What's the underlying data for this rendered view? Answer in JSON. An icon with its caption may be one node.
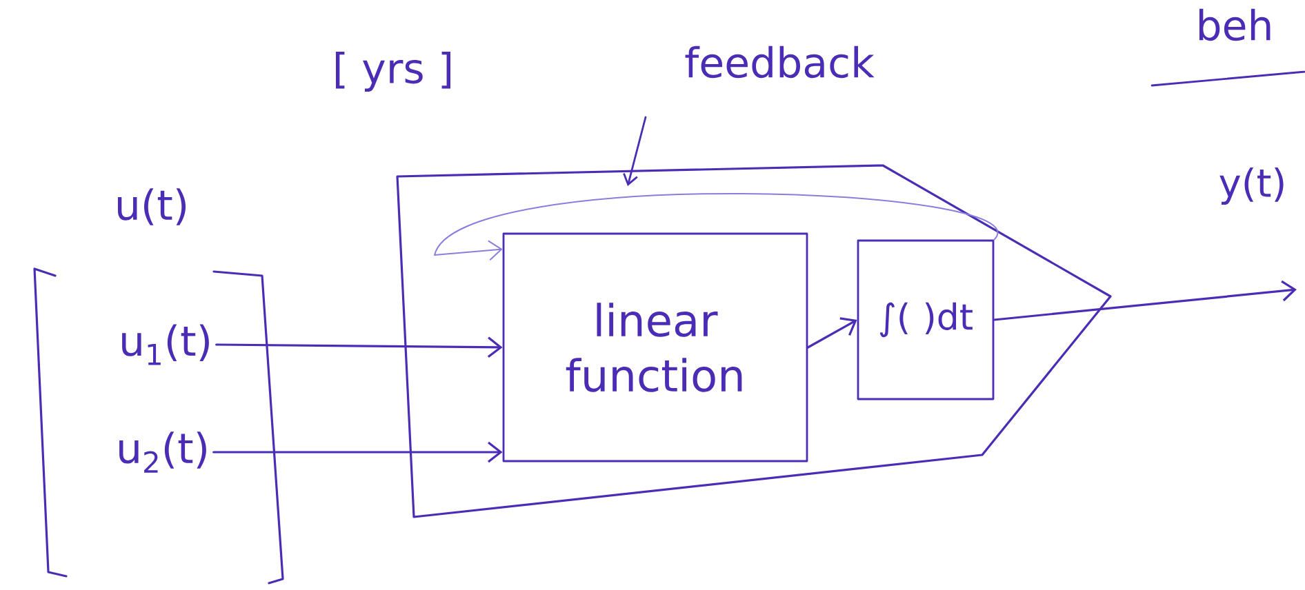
{
  "diagram": {
    "nodes": [
      {
        "text": [],
        "shape": "box"
      },
      {
        "text": [
          "u$_{1}$(t)"
        ]
      },
      {
        "text": [
          "u$_{2}$(t)"
        ]
      },
      {
        "text": [
          "linear function"
        ],
        "in": 0
      },
      {
        "text": [
          "∫( )dt"
        ],
        "in": 0
      }
    ],
    "edges": [
      {
        "from": 1,
        "to": 3,
        "arrow": "to"
      },
      {
        "from": 2,
        "to": 3,
        "arrow": "to"
      },
      {
        "from": 3,
        "to": 4,
        "arrow": "to"
      },
      {
        "from": 4,
        "to": 3,
        "arrow": "to",
        "label": "feedback",
        "color": "#8a7ddc"
      },
      {
        "from": 4,
        "to": null,
        "arrow": "to"
      }
    ],
    "labels": [
      "[ yrs ]",
      "beh",
      "u(t)",
      "y(t)"
    ]
  }
}
